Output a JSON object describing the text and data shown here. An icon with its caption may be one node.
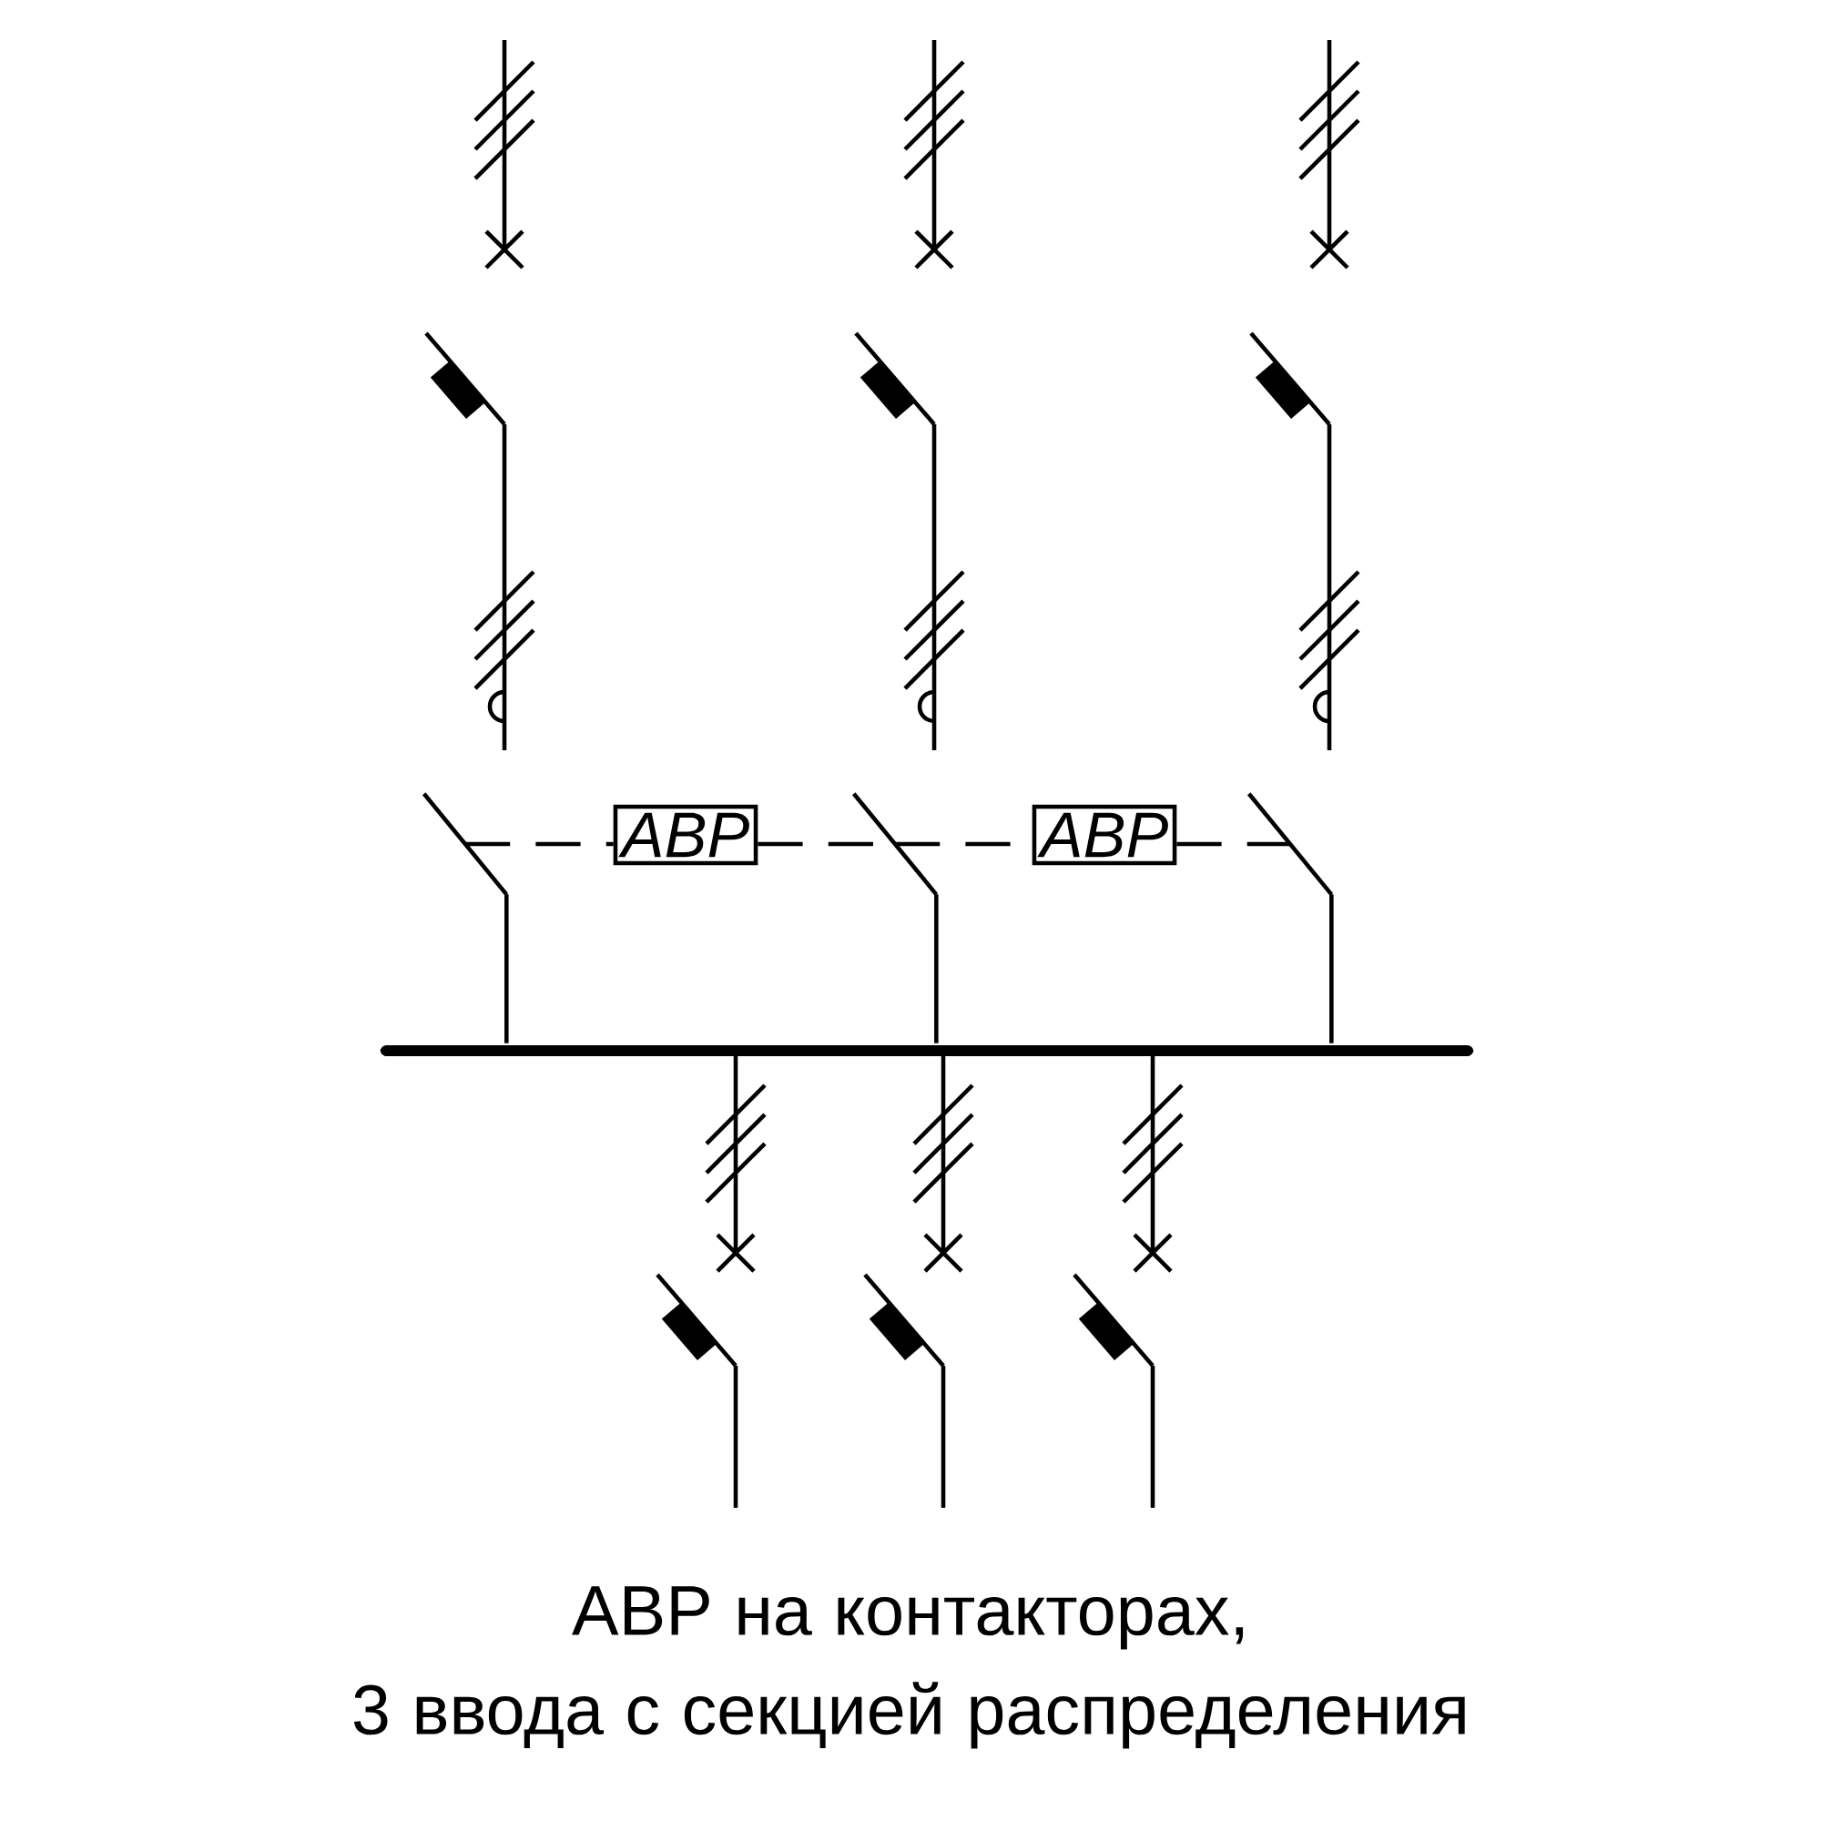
{
  "diagram": {
    "caption": "АВР на контакторах, 3 ввода с секцией распределения",
    "nodes": [
      {
        "text": [
          "АВР"
        ]
      },
      {
        "text": [
          "АВР"
        ]
      },
      {
        "text": [],
        "shape": "picture"
      },
      {
        "text": [],
        "shape": "picture"
      },
      {
        "text": [],
        "shape": "picture"
      },
      {
        "text": [],
        "shape": "bar"
      }
    ],
    "edges": [
      {
        "from": 2,
        "to": 0,
        "arrow": "none",
        "style": "dashed"
      },
      {
        "from": 0,
        "to": 3,
        "arrow": "none",
        "style": "dashed"
      },
      {
        "from": 3,
        "to": 1,
        "arrow": "none",
        "style": "dashed"
      },
      {
        "from": 1,
        "to": 4,
        "arrow": "none",
        "style": "dashed"
      },
      {
        "from": 2,
        "to": 5,
        "arrow": "none"
      },
      {
        "from": 3,
        "to": 5,
        "arrow": "none"
      },
      {
        "from": 4,
        "to": 5,
        "arrow": "none"
      }
    ]
  }
}
